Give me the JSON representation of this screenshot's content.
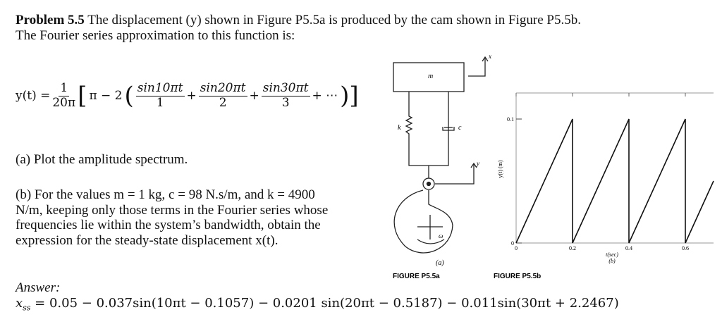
{
  "problem": {
    "number": "Problem 5.5",
    "line1": " The displacement (y) shown in Figure P5.5a is produced by the cam shown in Figure P5.5b.",
    "line2": "The Fourier series approximation to this function is:"
  },
  "equation": {
    "lhs": "y(t) =",
    "coef_num": "1",
    "coef_den": "20π",
    "bracket_open": "[",
    "pi_minus_2": "π − 2",
    "paren_open": "(",
    "terms": [
      {
        "num": "sin10πt",
        "den": "1"
      },
      {
        "num": "sin20πt",
        "den": "2"
      },
      {
        "num": "sin30πt",
        "den": "3"
      }
    ],
    "plus": "+",
    "ellipsis": "+ ⋯",
    "close": ")]"
  },
  "part_a": "(a) Plot the amplitude spectrum.",
  "part_b": [
    "(b) For the values m = 1 kg, c = 98 N.s/m, and k = 4900",
    "N/m, keeping only those terms in the Fourier series whose",
    "frequencies lie within the system’s bandwidth, obtain the",
    "expression for the steady-state displacement x(t)."
  ],
  "answer_label": "Answer:",
  "answer": "x_ss = 0.05 − 0.037sin(10πt − 0.1057) − 0.0201 sin(20πt − 0.5187) − 0.011sin(30πt + 2.2467)",
  "answer_lhs": "x",
  "answer_sub": "ss",
  "answer_rhs": " = 0.05 − 0.037sin(10πt − 0.1057) − 0.0201 sin(20πt − 0.5187) − 0.011sin(30πt + 2.2467)",
  "figure_a": {
    "mass": "m",
    "spring": "k",
    "damper": "c",
    "x_label": "x",
    "y_label": "y",
    "omega": "ω",
    "sub": "(a)",
    "caption": "FIGURE P5.5a"
  },
  "figure_b": {
    "ylabel": "y(t) (m)",
    "xlabel": "t(sec)",
    "sub": "(b)",
    "caption": "FIGURE P5.5b",
    "ytick_labels": [
      "0",
      "0.1"
    ],
    "xtick_labels": [
      "0",
      "0.2",
      "0.4",
      "0.6"
    ]
  },
  "chart_data": {
    "type": "line",
    "title": "",
    "xlabel": "t(sec)",
    "ylabel": "y(t) (m)",
    "xlim": [
      0,
      0.7
    ],
    "ylim": [
      0,
      0.12
    ],
    "x": [
      0,
      0.2,
      0.2,
      0.4,
      0.4,
      0.6,
      0.6,
      0.7
    ],
    "y": [
      0,
      0.1,
      0,
      0.1,
      0,
      0.1,
      0,
      0.05
    ]
  }
}
